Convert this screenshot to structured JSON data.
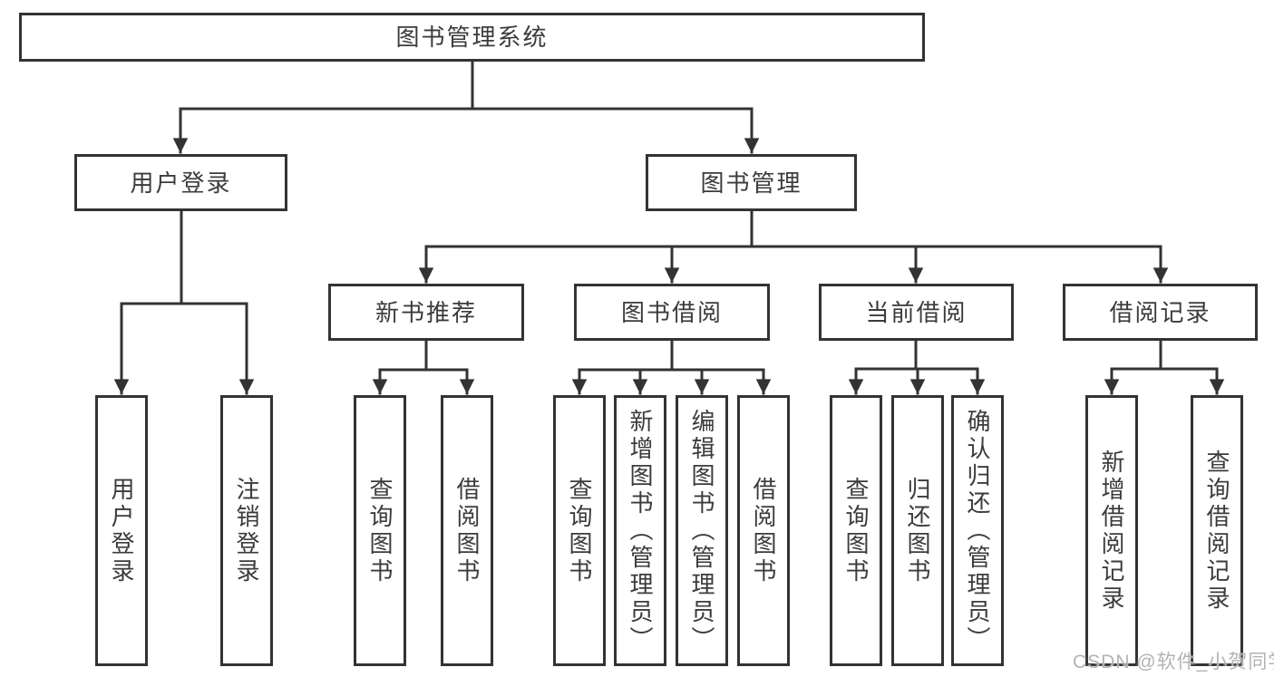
{
  "tree": {
    "root": "图书管理系统",
    "level1": [
      "用户登录",
      "图书管理"
    ],
    "level2": [
      "新书推荐",
      "图书借阅",
      "当前借阅",
      "借阅记录"
    ],
    "leaves": [
      "用户登录",
      "注销登录",
      "查询图书",
      "借阅图书",
      "查询图书",
      "新增图书（管理员）",
      "编辑图书（管理员）",
      "借阅图书",
      "查询图书",
      "归还图书",
      "确认归还（管理员）",
      "新增借阅记录",
      "查询借阅记录"
    ],
    "hierarchy": {
      "图书管理系统": [
        "用户登录",
        "图书管理"
      ],
      "用户登录": [
        "用户登录",
        "注销登录"
      ],
      "图书管理": [
        "新书推荐",
        "图书借阅",
        "当前借阅",
        "借阅记录"
      ],
      "新书推荐": [
        "查询图书",
        "借阅图书"
      ],
      "图书借阅": [
        "查询图书",
        "新增图书（管理员）",
        "编辑图书（管理员）",
        "借阅图书"
      ],
      "当前借阅": [
        "查询图书",
        "归还图书",
        "确认归还（管理员）"
      ],
      "借阅记录": [
        "新增借阅记录",
        "查询借阅记录"
      ]
    }
  },
  "watermark": {
    "text": "CSDN @软件_小贺同学"
  },
  "colors": {
    "line": "#333333",
    "text": "#3b3b3b",
    "watermark": "#b3b3b3",
    "background": "#ffffff"
  }
}
